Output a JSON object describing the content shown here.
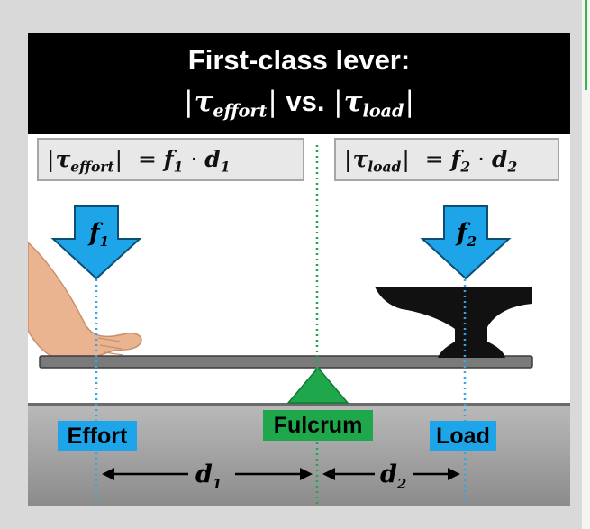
{
  "title": {
    "line1": "First-class lever:",
    "vs": "vs.",
    "tau": "τ",
    "effort_sub": "effort",
    "load_sub": "load"
  },
  "equations": {
    "left": {
      "tau": "τ",
      "sub": "effort",
      "rhs_f": "f",
      "rhs_f_sub": "1",
      "dot": "·",
      "rhs_d": "d",
      "rhs_d_sub": "1"
    },
    "right": {
      "tau": "τ",
      "sub": "load",
      "rhs_f": "f",
      "rhs_f_sub": "2",
      "dot": "·",
      "rhs_d": "d",
      "rhs_d_sub": "2"
    }
  },
  "forces": {
    "left": {
      "f": "f",
      "sub": "1"
    },
    "right": {
      "f": "f",
      "sub": "2"
    }
  },
  "labels": {
    "effort": "Effort",
    "fulcrum": "Fulcrum",
    "load": "Load"
  },
  "distances": {
    "left": {
      "d": "d",
      "sub": "1"
    },
    "right": {
      "d": "d",
      "sub": "2"
    }
  },
  "colors": {
    "arrow": "#1ea4e9",
    "fulcrum": "#1ea84b",
    "effort_line": "#2fa7e8",
    "fulcrum_line": "#1ea84b"
  }
}
